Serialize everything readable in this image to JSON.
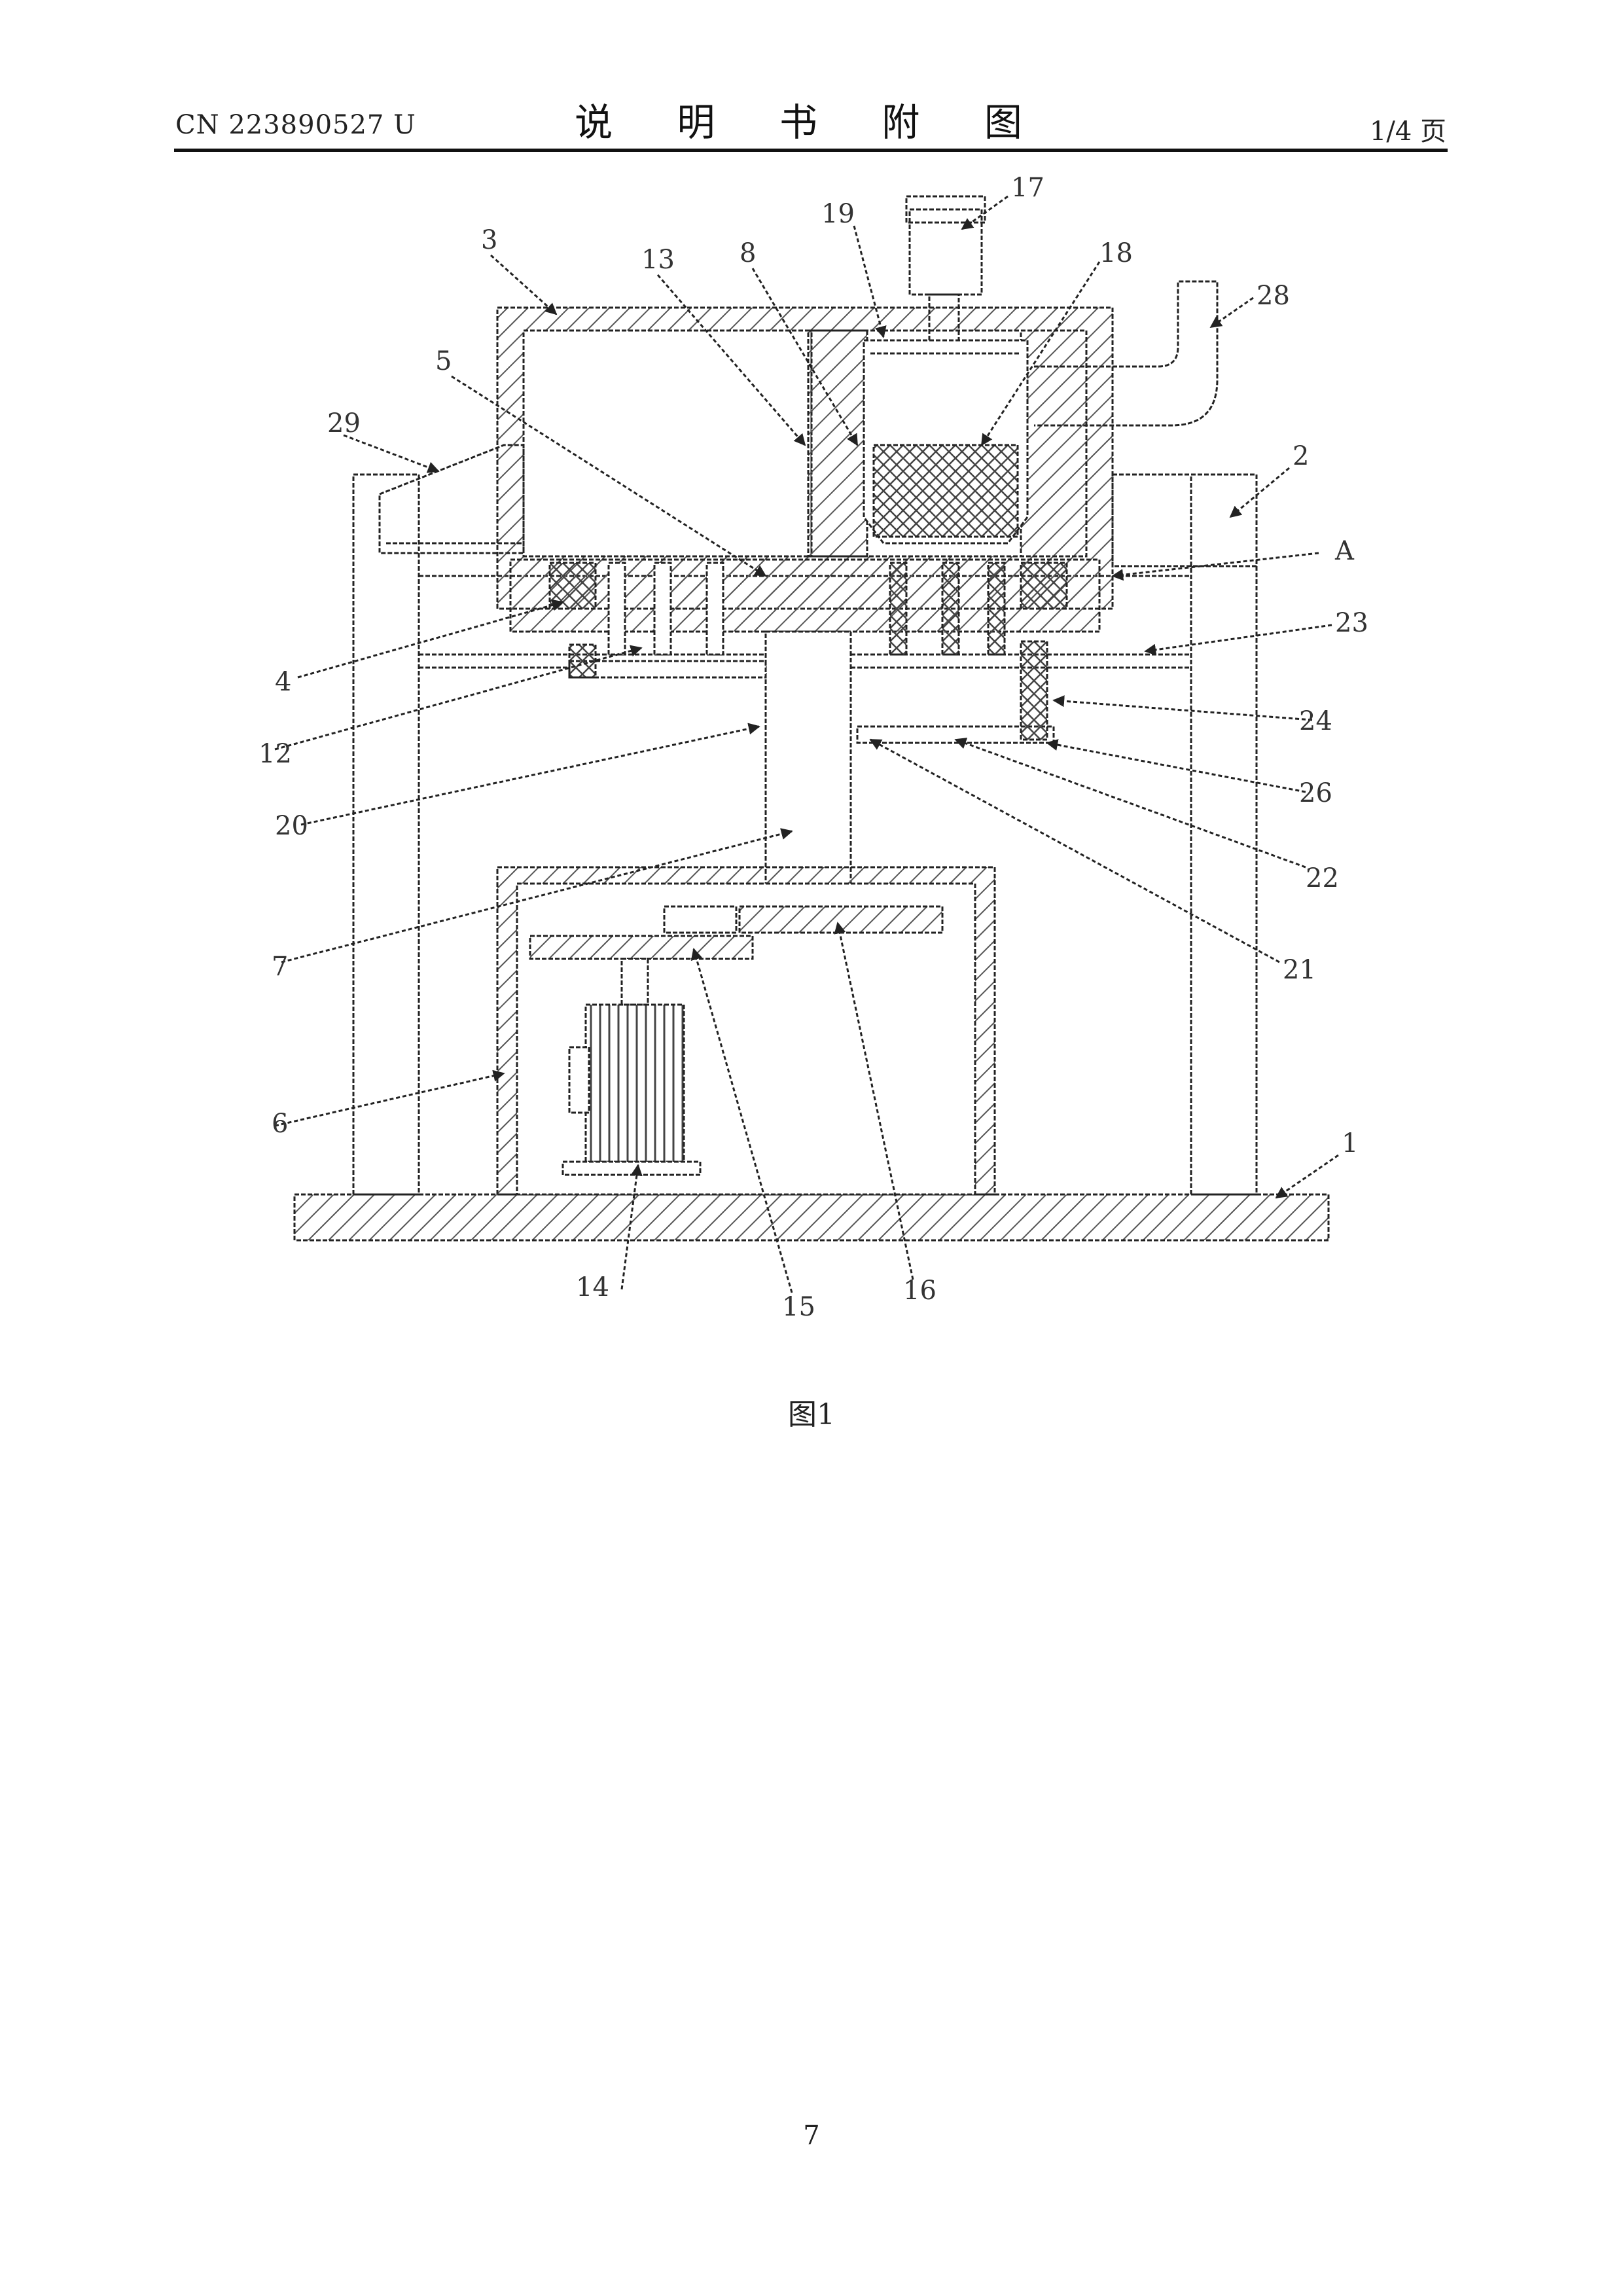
{
  "header": {
    "doc_number": "CN 223890527 U",
    "title": "说 明 书 附 图",
    "page_of": "1/4 页"
  },
  "figure": {
    "caption": "图1",
    "reference_numerals": [
      "1",
      "2",
      "3",
      "4",
      "5",
      "6",
      "7",
      "8",
      "12",
      "13",
      "14",
      "15",
      "16",
      "17",
      "18",
      "19",
      "20",
      "21",
      "22",
      "23",
      "24",
      "26",
      "28",
      "29",
      "A"
    ]
  },
  "footer": {
    "page_number": "7"
  },
  "colors": {
    "ink": "#222222",
    "hatch": "#555555",
    "background": "#ffffff"
  }
}
